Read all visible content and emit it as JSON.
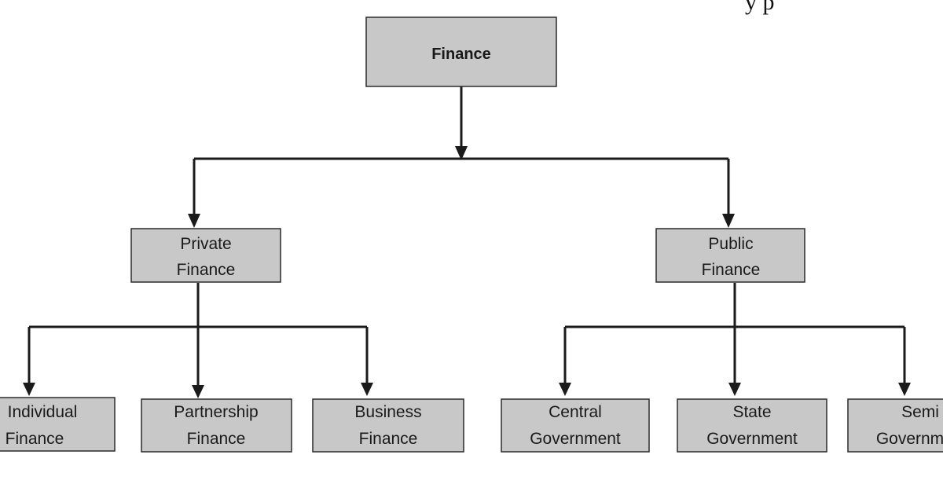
{
  "header_fragment": "y p",
  "nodes": {
    "finance": {
      "lines": [
        "Finance"
      ]
    },
    "private_finance": {
      "lines": [
        "Private",
        "Finance"
      ]
    },
    "public_finance": {
      "lines": [
        "Public",
        "Finance"
      ]
    },
    "individual_finance": {
      "lines": [
        "Individual",
        "Finance"
      ]
    },
    "partnership_finance": {
      "lines": [
        "Partnership",
        "Finance"
      ]
    },
    "business_finance": {
      "lines": [
        "Business",
        "Finance"
      ]
    },
    "central_government": {
      "lines": [
        "Central",
        "Government"
      ]
    },
    "state_government": {
      "lines": [
        "State",
        "Government"
      ]
    },
    "semi_government": {
      "lines": [
        "Semi",
        "Governm"
      ]
    }
  }
}
